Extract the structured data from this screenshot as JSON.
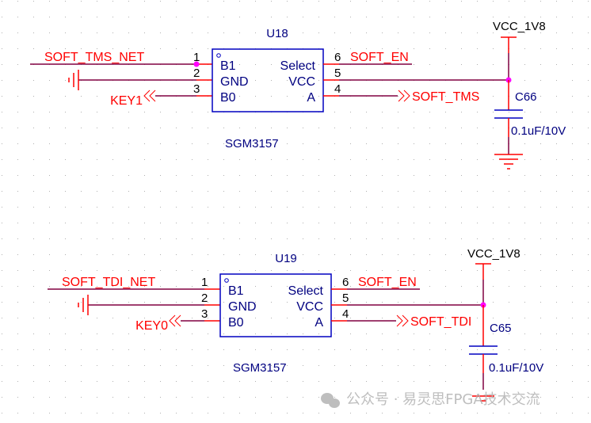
{
  "colors": {
    "background": "#ffffff",
    "grid_dot": "#b0b0b0",
    "wire": "#800040",
    "pin": "#ff0000",
    "net_label": "#ff0000",
    "component_outline": "#0000c0",
    "component_text": "#000080",
    "pin_number": "#000000",
    "junction": "#ff00ff",
    "watermark": "#b3b3b3"
  },
  "circuits": [
    {
      "ic": {
        "refdes": "U18",
        "part": "SGM3157",
        "left_pins": [
          {
            "num": "1",
            "name": "B1",
            "net": "SOFT_TMS_NET"
          },
          {
            "num": "2",
            "name": "GND",
            "net": "GND"
          },
          {
            "num": "3",
            "name": "B0",
            "net": "KEY1"
          }
        ],
        "right_pins": [
          {
            "num": "6",
            "name": "Select",
            "net": "SOFT_EN"
          },
          {
            "num": "5",
            "name": "VCC",
            "net": "VCC_1V8"
          },
          {
            "num": "4",
            "name": "A",
            "net": "SOFT_TMS"
          }
        ]
      },
      "cap": {
        "refdes": "C66",
        "value": "0.1uF/10V"
      },
      "power": "VCC_1V8",
      "labels": {
        "pin1_net": "SOFT_TMS_NET",
        "pin3_port": "KEY1",
        "pin6_net": "SOFT_EN",
        "pin4_port": "SOFT_TMS"
      }
    },
    {
      "ic": {
        "refdes": "U19",
        "part": "SGM3157",
        "left_pins": [
          {
            "num": "1",
            "name": "B1",
            "net": "SOFT_TDI_NET"
          },
          {
            "num": "2",
            "name": "GND",
            "net": "GND"
          },
          {
            "num": "3",
            "name": "B0",
            "net": "KEY0"
          }
        ],
        "right_pins": [
          {
            "num": "6",
            "name": "Select",
            "net": "SOFT_EN"
          },
          {
            "num": "5",
            "name": "VCC",
            "net": "VCC_1V8"
          },
          {
            "num": "4",
            "name": "A",
            "net": "SOFT_TDI"
          }
        ]
      },
      "cap": {
        "refdes": "C65",
        "value": "0.1uF/10V"
      },
      "power": "VCC_1V8",
      "labels": {
        "pin1_net": "SOFT_TDI_NET",
        "pin3_port": "KEY0",
        "pin6_net": "SOFT_EN",
        "pin4_port": "SOFT_TDI"
      }
    }
  ],
  "watermark": {
    "icon": "wechat-icon",
    "text": "公众号 · 易灵思FPGA技术交流"
  }
}
